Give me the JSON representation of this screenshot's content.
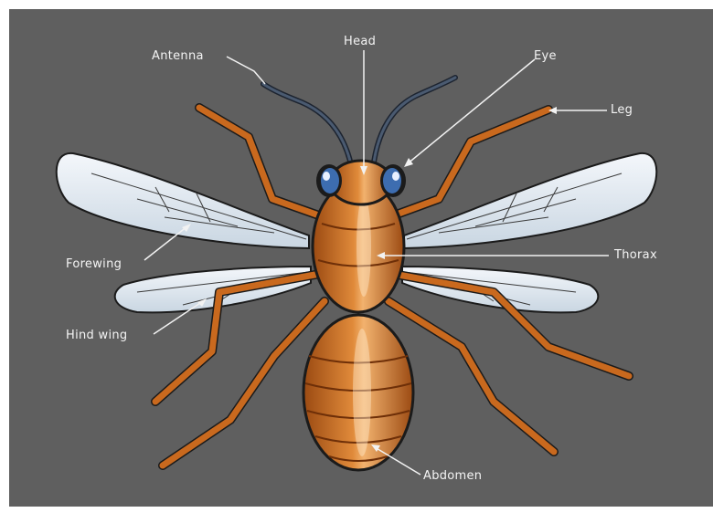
{
  "colors": {
    "background": "#5f5f5f",
    "body": "#c9691e",
    "body_dark": "#8a3f0e",
    "wing": "#e8eef5",
    "antenna": "#2f3a4a",
    "label": "#f4f4f4"
  },
  "labels": {
    "head": "Head",
    "antenna": "Antenna",
    "eye": "Eye",
    "leg": "Leg",
    "thorax": "Thorax",
    "forewing": "Forewing",
    "hind_wing": "Hind wing",
    "abdomen": "Abdomen"
  }
}
